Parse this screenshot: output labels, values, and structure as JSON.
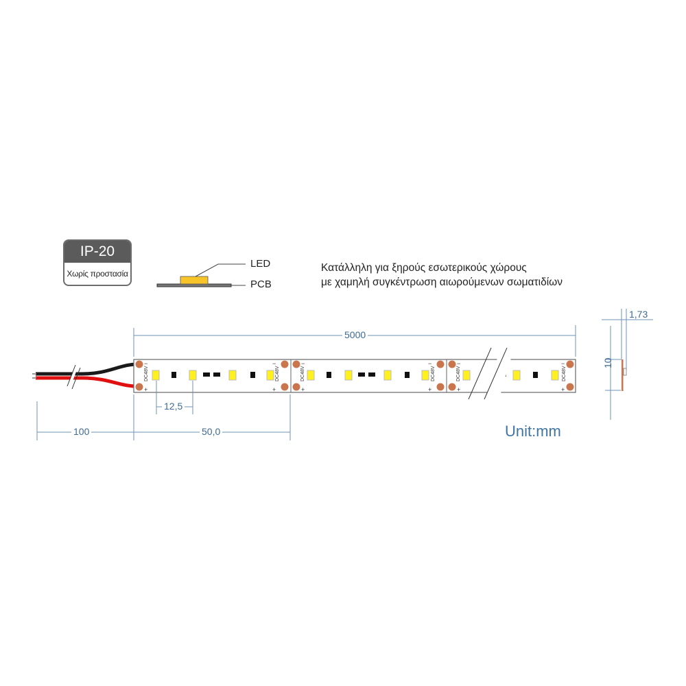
{
  "badge": {
    "rating": "IP-20",
    "subtitle": "Χωρίς προστασία"
  },
  "cross_section": {
    "led_label": "LED",
    "pcb_label": "PCB",
    "led_color": "#f7c42a",
    "pcb_color": "#555555"
  },
  "description": {
    "line1": "Κατάλληλη για ξηρούς εσωτερικούς χώρους",
    "line2": "με χαμηλή συγκέντρωση αιωρούμενων σωματιδίων"
  },
  "strip": {
    "voltage_label": "DC48V",
    "plus_label": "+",
    "minus_label": "−",
    "led_color": "#fff01e",
    "pad_color": "#c9764e",
    "wire_colors": {
      "negative": "#1a1a1a",
      "positive": "#e01010"
    }
  },
  "dimensions": {
    "total_length": "5000",
    "cut_segment": "50,0",
    "led_pitch": "12,5",
    "lead_wire": "100",
    "width": "10",
    "thickness": "1,73",
    "line_color": "#3d6b93"
  },
  "unit_label": "Unit:mm"
}
